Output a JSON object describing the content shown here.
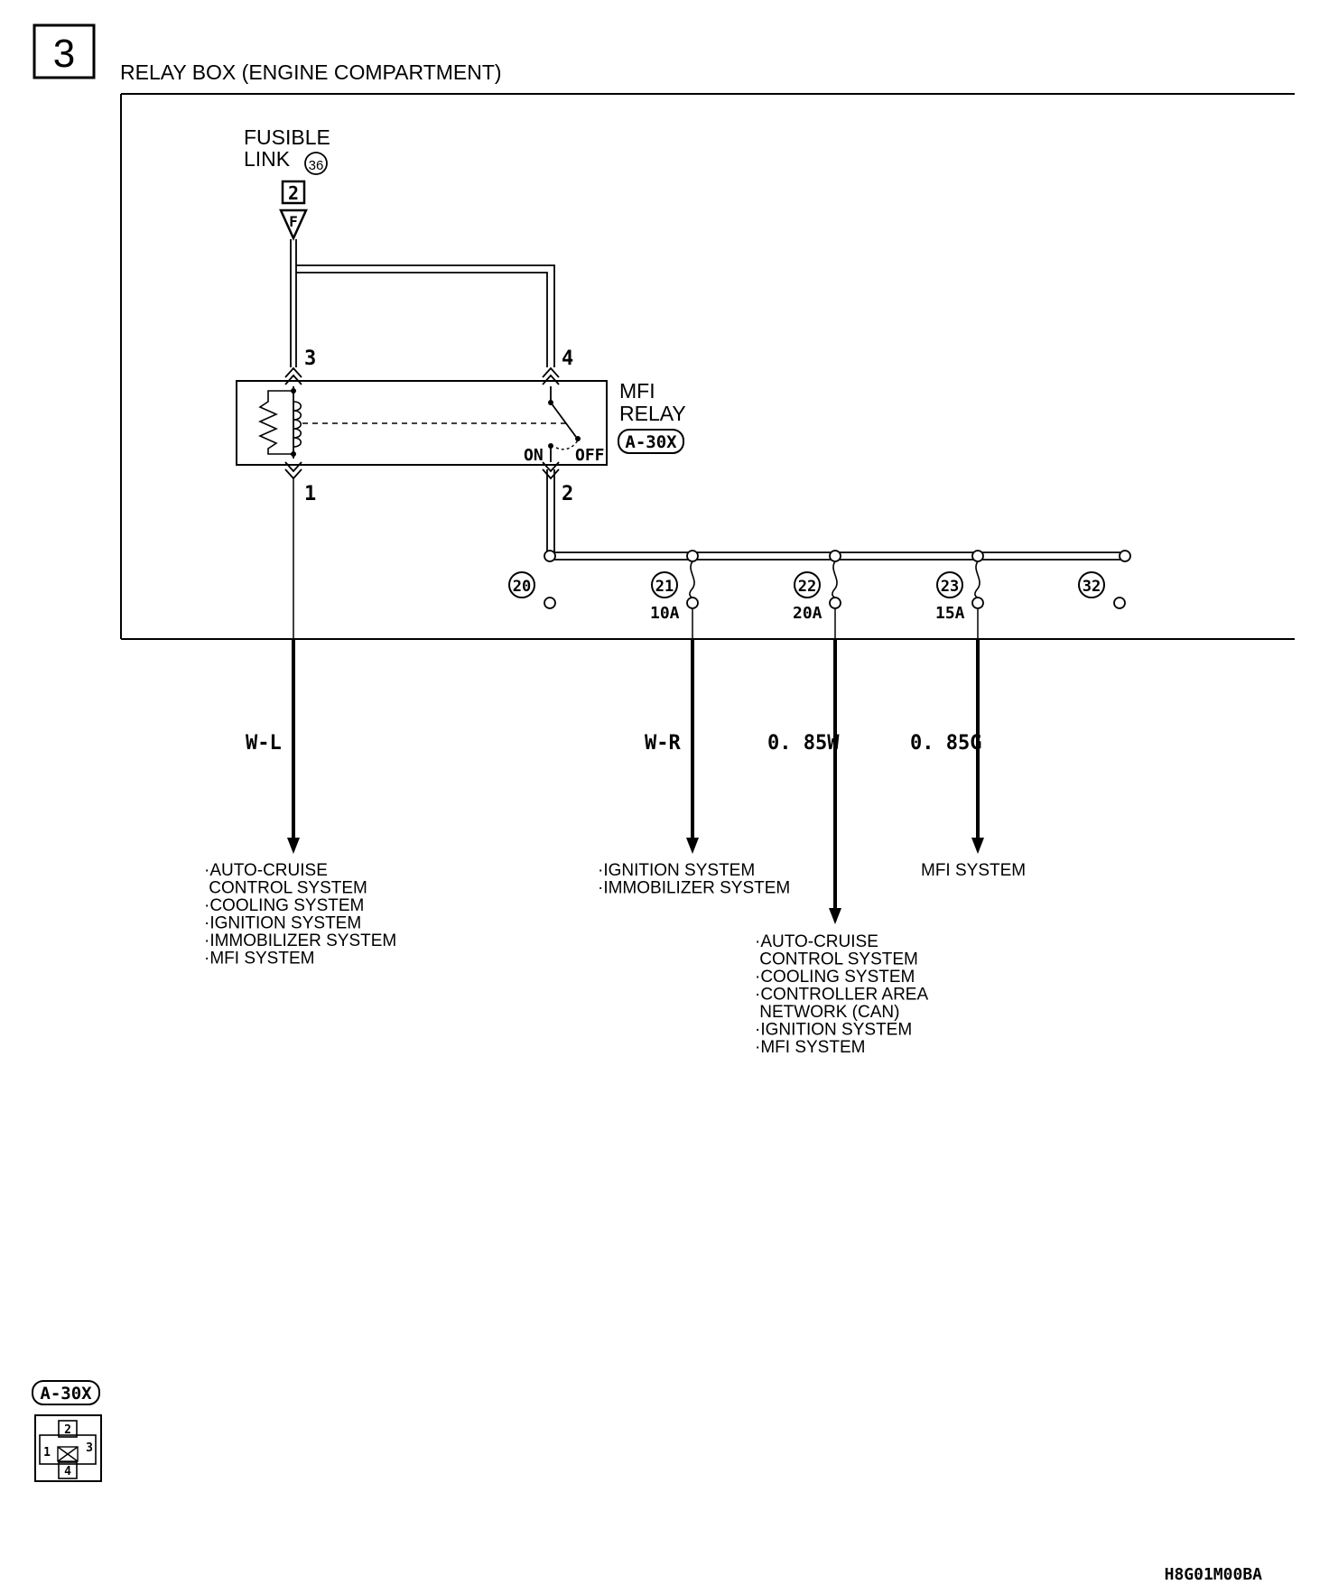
{
  "section_number": "3",
  "title": "RELAY BOX (ENGINE COMPARTMENT)",
  "fusible_link": {
    "label_line1": "FUSIBLE",
    "label_line2": "LINK",
    "number": "36",
    "terminal": "2",
    "connector": "F"
  },
  "relay": {
    "label_line1": "MFI",
    "label_line2": "RELAY",
    "connector_id": "A-30X",
    "pins": {
      "p1": "1",
      "p2": "2",
      "p3": "3",
      "p4": "4"
    },
    "switch_on": "ON",
    "switch_off": "OFF"
  },
  "fuses": [
    {
      "number": "20",
      "rating": ""
    },
    {
      "number": "21",
      "rating": "10A"
    },
    {
      "number": "22",
      "rating": "20A"
    },
    {
      "number": "23",
      "rating": "15A"
    },
    {
      "number": "32",
      "rating": ""
    }
  ],
  "wires": [
    {
      "color": "W-L",
      "destinations": [
        "·AUTO-CRUISE",
        " CONTROL SYSTEM",
        "·COOLING SYSTEM",
        "·IGNITION SYSTEM",
        "·IMMOBILIZER SYSTEM",
        "·MFI SYSTEM"
      ]
    },
    {
      "color": "W-R",
      "destinations": [
        "·IGNITION SYSTEM",
        "·IMMOBILIZER SYSTEM"
      ]
    },
    {
      "color": "0. 85W",
      "destinations": [
        "·AUTO-CRUISE",
        " CONTROL SYSTEM",
        "·COOLING SYSTEM",
        "·CONTROLLER AREA",
        " NETWORK (CAN)",
        "·IGNITION SYSTEM",
        "·MFI SYSTEM"
      ]
    },
    {
      "color": "0. 85G",
      "destinations": [
        "MFI SYSTEM"
      ]
    }
  ],
  "connector_legend": {
    "id": "A-30X",
    "pins": [
      "1",
      "2",
      "3",
      "4"
    ]
  },
  "figure_code": "H8G01M00BA"
}
